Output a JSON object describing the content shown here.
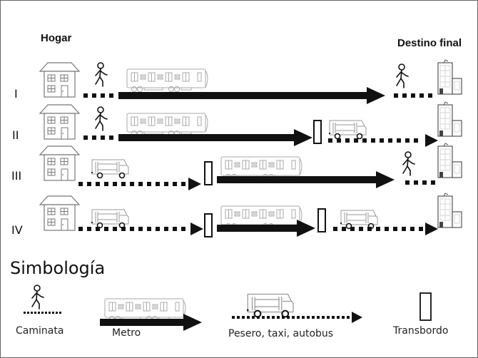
{
  "diagram": {
    "origin_label": "Hogar",
    "destination_label": "Destino final",
    "routes": [
      {
        "id": "I",
        "label": "I",
        "segments": [
          "caminata",
          "metro",
          "caminata"
        ]
      },
      {
        "id": "II",
        "label": "II",
        "segments": [
          "caminata",
          "metro",
          "transbordo",
          "pesero"
        ]
      },
      {
        "id": "III",
        "label": "III",
        "segments": [
          "pesero",
          "transbordo",
          "metro",
          "caminata"
        ]
      },
      {
        "id": "IV",
        "label": "IV",
        "segments": [
          "pesero",
          "transbordo",
          "metro",
          "transbordo",
          "pesero"
        ]
      }
    ]
  },
  "legend": {
    "title": "Simbología",
    "items": [
      {
        "key": "caminata",
        "label": "Caminata",
        "icon": "walker-icon"
      },
      {
        "key": "metro",
        "label": "Metro",
        "icon": "metro-train-icon"
      },
      {
        "key": "pesero",
        "label": "Pesero, taxi, autobus",
        "icon": "minibus-icon"
      },
      {
        "key": "transbordo",
        "label": "Transbordo",
        "icon": "transfer-box-icon"
      }
    ]
  },
  "colors": {
    "line": "#111111",
    "vehicle_outline": "#9a9a9a",
    "building_outline": "#555555",
    "frame": "#666666"
  }
}
